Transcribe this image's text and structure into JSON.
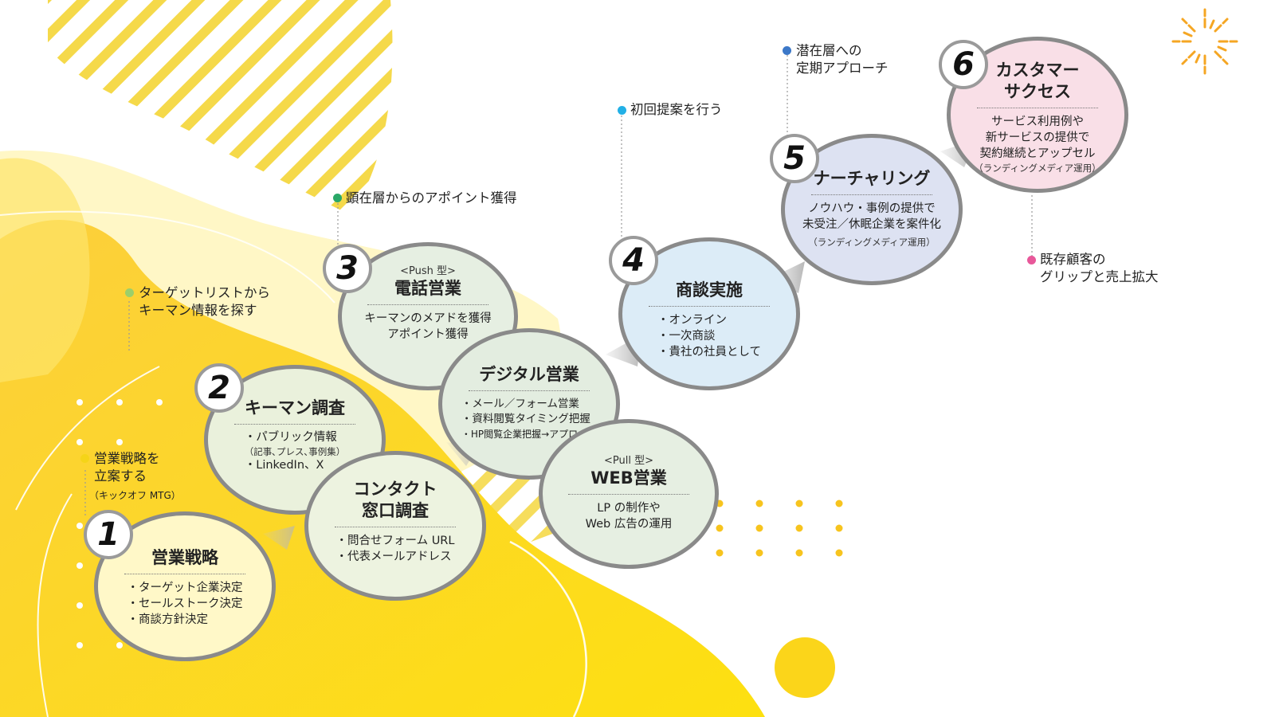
{
  "colors": {
    "yellow_main": "#fccc2a",
    "yellow_light": "#fff6c4",
    "gray_border": "#8a8a8a",
    "node1": "#fff8c8",
    "node2": "#eaf1dc",
    "node3": "#e6efe2",
    "node4": "#dcecf7",
    "node5": "#dde2f2",
    "node6": "#f9dfe7"
  },
  "steps": [
    {
      "number": "1",
      "title": "営業戦略",
      "lines": [
        "・ターゲット企業決定",
        "・セールストーク決定",
        "・商談方針決定"
      ]
    },
    {
      "number": "2",
      "title": "キーマン調査",
      "line1": "・パブリック情報",
      "note": "（記事､プレス､事例集）",
      "line2": "・LinkedIn、X"
    },
    {
      "title_line1": "コンタクト",
      "title_line2": "窓口調査",
      "lines": [
        "・問合せフォーム URL",
        "・代表メールアドレス"
      ]
    },
    {
      "number": "3",
      "type": "<Push 型>",
      "title": "電話営業",
      "lines": [
        "キーマンのメアドを獲得",
        "アポイント獲得"
      ]
    },
    {
      "title": "デジタル営業",
      "lines": [
        "・メール／フォーム営業",
        "・資料閲覧タイミング把握",
        "・HP閲覧企業把握→アプローチ"
      ]
    },
    {
      "type": "<Pull 型>",
      "title": "WEB営業",
      "lines": [
        "LP の制作や",
        "Web 広告の運用"
      ]
    },
    {
      "number": "4",
      "title": "商談実施",
      "lines": [
        "・オンライン",
        "・一次商談",
        "・貴社の社員として"
      ]
    },
    {
      "number": "5",
      "title": "ナーチャリング",
      "lines": [
        "ノウハウ・事例の提供で",
        "未受注／休眠企業を案件化"
      ],
      "note": "（ランディングメディア運用）"
    },
    {
      "number": "6",
      "title_line1": "カスタマー",
      "title_line2": "サクセス",
      "lines": [
        "サービス利用例や",
        "新サービスの提供で",
        "契約継続とアップセル"
      ],
      "note": "（ランディングメディア運用）"
    }
  ],
  "annotations": [
    {
      "text": "営業戦略を\n立案する",
      "sub": "（キックオフ MTG）",
      "color": "#f5d418"
    },
    {
      "text": "ターゲットリストから\nキーマン情報を探す",
      "color": "#9ccf6a"
    },
    {
      "text": "顕在層からのアポイント獲得",
      "color": "#2aa868"
    },
    {
      "text": "初回提案を行う",
      "color": "#22b0e6"
    },
    {
      "text": "潜在層への\n定期アプローチ",
      "color": "#3c78c8"
    },
    {
      "text": "既存顧客の\nグリップと売上拡大",
      "color": "#e8589a"
    }
  ]
}
